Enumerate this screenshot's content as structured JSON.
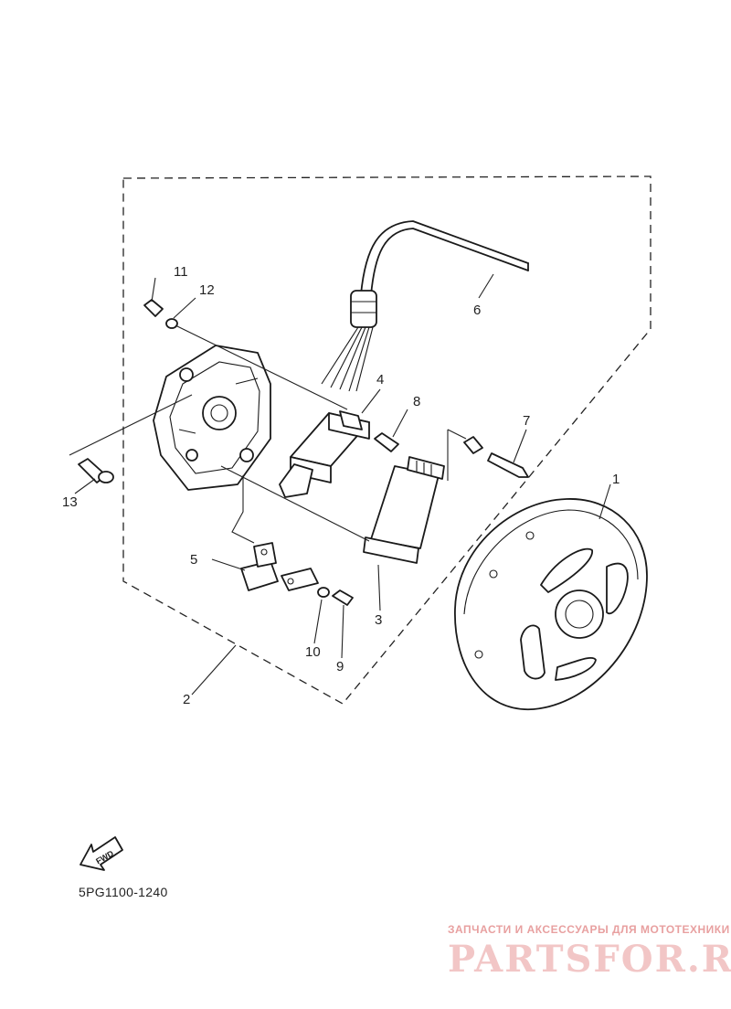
{
  "labels": {
    "p1": "1",
    "p2": "2",
    "p3": "3",
    "p4": "4",
    "p5": "5",
    "p6": "6",
    "p7": "7",
    "p8": "8",
    "p9": "9",
    "p10": "10",
    "p11": "11",
    "p12": "12",
    "p13": "13"
  },
  "fwd_arrow_text": "FWD",
  "diagram_code": "5PG1100-1240",
  "watermark": {
    "tagline": "ЗАПЧАСТИ И АКСЕССУАРЫ ДЛЯ МОТОТЕХНИКИ",
    "logo": "PARTSFOR.RU"
  }
}
